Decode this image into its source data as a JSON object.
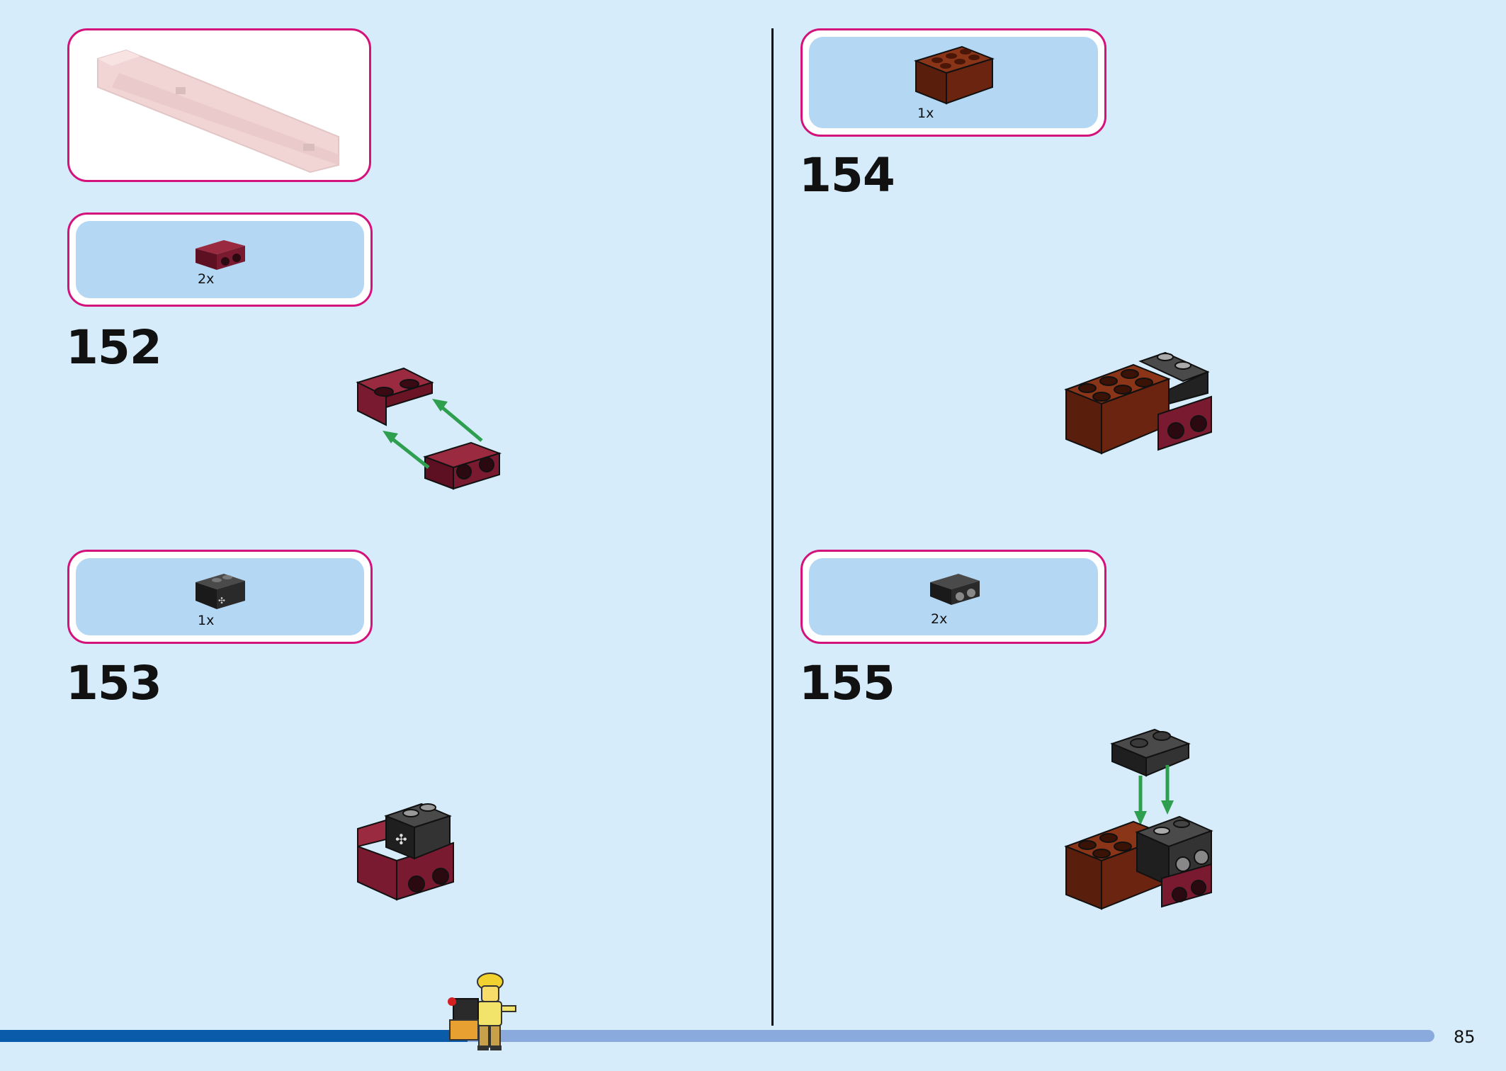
{
  "page": {
    "number": "85"
  },
  "left_column": {
    "preview_callout": {
      "icon": "beam-assembly-preview-icon"
    },
    "step_152": {
      "number": "152",
      "parts_qty": "2x",
      "part_icon": "dark-red-bracket-icon"
    },
    "step_153": {
      "number": "153",
      "parts_qty": "1x",
      "part_icon": "black-technic-brick-icon"
    }
  },
  "right_column": {
    "step_154": {
      "number": "154",
      "parts_qty": "1x",
      "part_icon": "reddish-brown-brick-2x3-icon"
    },
    "step_155": {
      "number": "155",
      "parts_qty": "2x",
      "part_icon": "black-bracket-icon"
    }
  },
  "colors": {
    "background": "#d6ecfa",
    "callout_border": "#d4127c",
    "callout_fill": "#b4d7f4",
    "dark_red": "#7a1a30",
    "reddish_brown": "#6b2410",
    "black_part": "#2a2a2a",
    "arrow_green": "#2e9e4f",
    "bar_dark": "#0a5caa",
    "bar_light": "#8aaadd"
  }
}
